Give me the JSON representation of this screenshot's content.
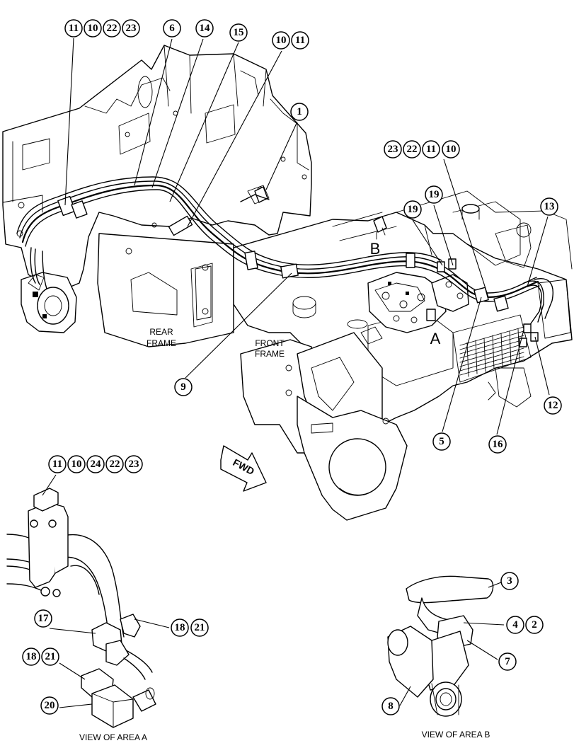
{
  "labels": {
    "rear_frame_1": "REAR",
    "rear_frame_2": "FRAME",
    "front_frame_1": "FRONT",
    "front_frame_2": "FRAME",
    "area_a": "A",
    "area_b": "B",
    "fwd": "FWD",
    "view_a": "VIEW OF AREA A",
    "view_b": "VIEW OF AREA B"
  },
  "callouts": {
    "g1": [
      "11",
      "10",
      "22",
      "23"
    ],
    "g2": [
      "6"
    ],
    "g3": [
      "14"
    ],
    "g4": [
      "15"
    ],
    "g5": [
      "10",
      "11"
    ],
    "g6": [
      "1"
    ],
    "g7": [
      "23",
      "22",
      "11",
      "10"
    ],
    "g8": [
      "19"
    ],
    "g9": [
      "19"
    ],
    "g10": [
      "13"
    ],
    "g11": [
      "9"
    ],
    "g12": [
      "5"
    ],
    "g13": [
      "16"
    ],
    "g14": [
      "12"
    ],
    "g15": [
      "11",
      "10",
      "24",
      "22",
      "23"
    ],
    "g16": [
      "17"
    ],
    "g17": [
      "18",
      "21"
    ],
    "g18": [
      "18",
      "21"
    ],
    "g19": [
      "20"
    ],
    "g20": [
      "3"
    ],
    "g21": [
      "4",
      "2"
    ],
    "g22": [
      "7"
    ],
    "g23": [
      "8"
    ]
  }
}
